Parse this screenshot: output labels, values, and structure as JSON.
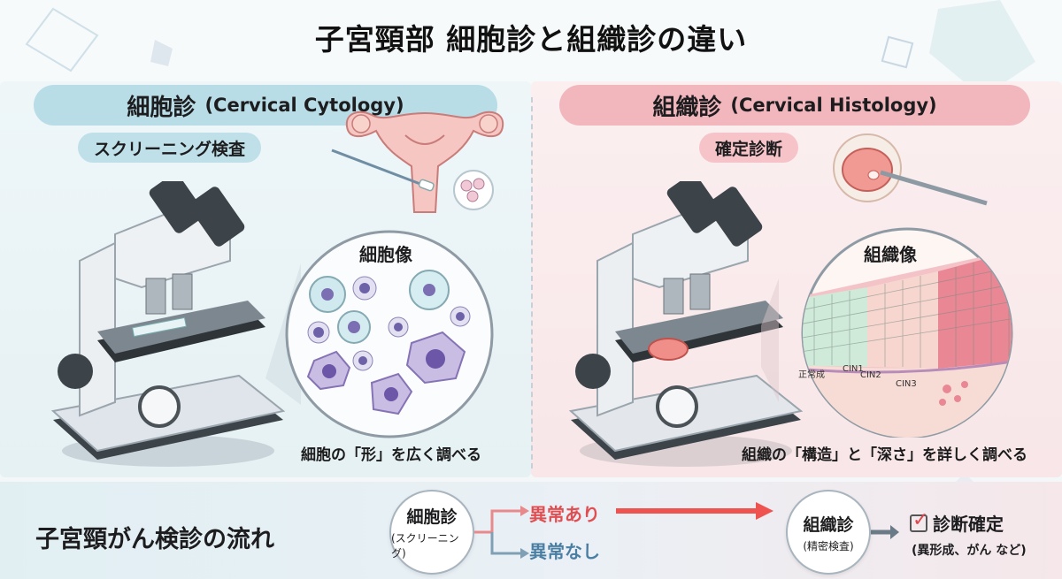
{
  "title": "子宮頸部 細胞診と組織診の違い",
  "left": {
    "header_main": "細胞診",
    "header_sub": "(Cervical Cytology)",
    "pill": "スクリーニング検査",
    "circle_title": "細胞像",
    "caption": "細胞の「形」を広く調べる",
    "accent_color": "#b9dde7"
  },
  "right": {
    "header_main": "組織診",
    "header_sub": "(Cervical Histology)",
    "pill": "確定診断",
    "circle_title": "組織像",
    "caption": "組織の「構造」と「深さ」を詳しく調べる",
    "labels": [
      "正常成",
      "CIN1",
      "CIN2",
      "CIN3"
    ],
    "accent_color": "#f2b7bd"
  },
  "flow": {
    "title": "子宮頸がん検診の流れ",
    "node1_main": "細胞診",
    "node1_sub": "(スクリーニング)",
    "branch_abnormal": "異常あり",
    "branch_normal": "異常なし",
    "node2_main": "組織診",
    "node2_sub": "(精密検査)",
    "result_main": "診断確定",
    "result_sub": "(異形成、がん など)",
    "arrow_color": "#ef5350"
  },
  "icons": [
    "microscope-icon",
    "uterus-icon",
    "swab-icon",
    "cell-cluster-icon",
    "biopsy-tissue-icon",
    "checkbox-icon"
  ]
}
